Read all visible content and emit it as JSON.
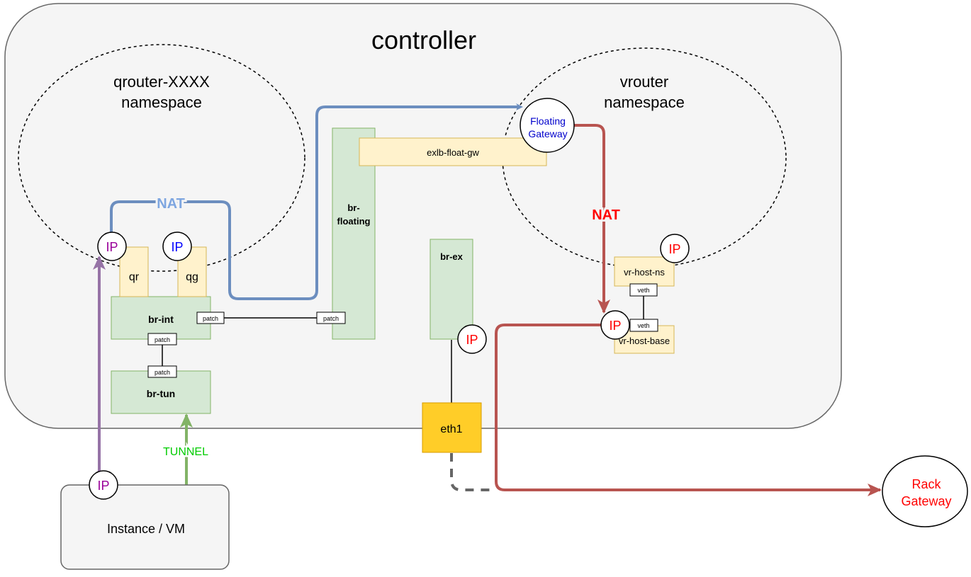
{
  "controller": {
    "label": "controller"
  },
  "qrouter": {
    "line1": "qrouter-XXXX",
    "line2": "namespace"
  },
  "vrouter": {
    "line1": "vrouter",
    "line2": "namespace"
  },
  "floating_gateway": {
    "line1": "Floating",
    "line2": "Gateway"
  },
  "rack_gateway": {
    "line1": "Rack",
    "line2": "Gateway"
  },
  "exlb": {
    "label": "exlb-float-gw"
  },
  "br_floating": {
    "line1": "br-",
    "line2": "floating"
  },
  "br_ex": {
    "label": "br-ex"
  },
  "br_int": {
    "label": "br-int"
  },
  "br_tun": {
    "label": "br-tun"
  },
  "qr": {
    "label": "qr"
  },
  "qg": {
    "label": "qg"
  },
  "eth1": {
    "label": "eth1"
  },
  "vr_host_ns": {
    "label": "vr-host-ns"
  },
  "vr_host_base": {
    "label": "vr-host-base"
  },
  "instance": {
    "label": "Instance / VM"
  },
  "labels": {
    "patch": "patch",
    "veth": "veth",
    "ip": "IP",
    "nat": "NAT",
    "tunnel": "TUNNEL"
  },
  "colors": {
    "blue_flow": "#6c8ebf",
    "red_flow": "#b85450",
    "purple_flow": "#9673a6",
    "green_flow": "#82b366",
    "green_box": "#d5e8d4",
    "yellow_box": "#fff2cc",
    "eth1": "#ffcd28",
    "nat_red": "#ff0000",
    "tunnel_green": "#00cc00",
    "ip_purple": "#990099",
    "ip_blue": "#0000ff",
    "ip_red": "#ff0000"
  }
}
